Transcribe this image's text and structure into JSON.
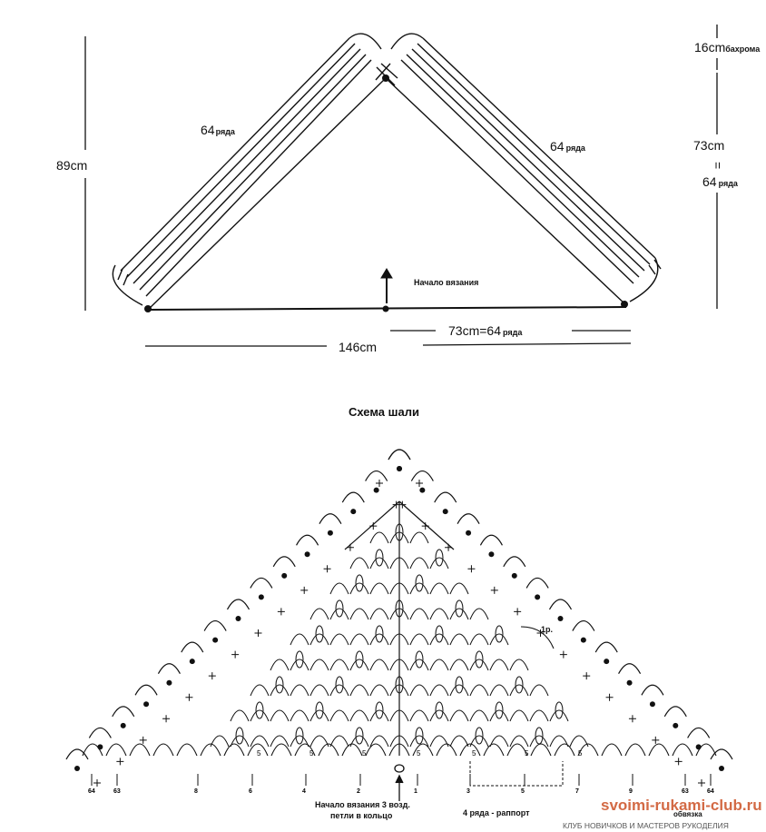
{
  "top": {
    "row_count_left": "64",
    "row_count_right": "64",
    "rows_word": "ряда",
    "height_total": "89cm",
    "fringe": "16cm",
    "fringe_word": "бахрома",
    "side_cm": "73cm",
    "equals": "=",
    "side_rows": "64",
    "start_label": "Начало вязания",
    "half_base": "73cm=64",
    "base_total": "146cm"
  },
  "chart": {
    "title": "Схема шали",
    "row_numbers": [
      "64",
      "63",
      "8",
      "6",
      "4",
      "2",
      "1",
      "3",
      "5",
      "7",
      "9",
      "63",
      "64"
    ],
    "repeat_count": "5",
    "one_row": "1р.",
    "start_line1": "Начало вязания 3 возд.",
    "start_line2": "петли в кольцо",
    "repeat_label": "4 ряда - раппорт",
    "wm_bottom": "обвязка"
  },
  "watermark": {
    "site": "svoimi-rukami-club.ru",
    "tagline": "КЛУБ НОВИЧКОВ И МАСТЕРОВ РУКОДЕЛИЯ"
  }
}
